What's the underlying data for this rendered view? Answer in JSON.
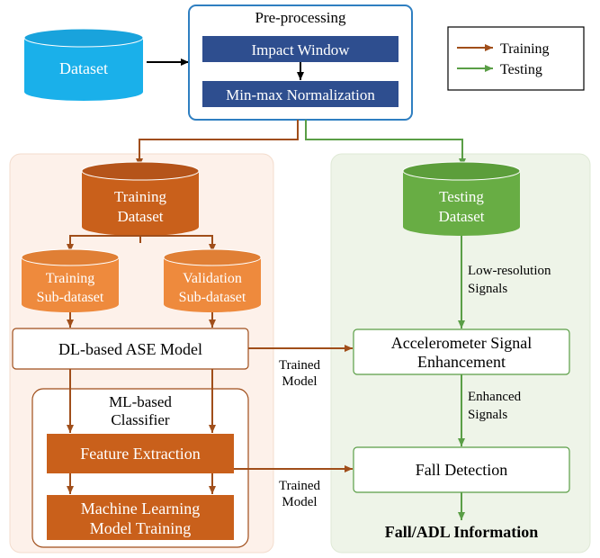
{
  "diagram": {
    "dataset": {
      "label": "Dataset"
    },
    "preprocessing": {
      "title": "Pre-processing",
      "step1": "Impact Window",
      "step2": "Min-max Normalization"
    },
    "legend": {
      "training": "Training",
      "testing": "Testing"
    },
    "training_panel": {
      "dataset": [
        "Training",
        "Dataset"
      ],
      "train_sub": [
        "Training",
        "Sub-dataset"
      ],
      "val_sub": [
        "Validation",
        "Sub-dataset"
      ],
      "ase_model": "DL-based ASE Model",
      "classifier_title": [
        "ML-based",
        "Classifier"
      ],
      "feature_extraction": "Feature Extraction",
      "ml_training": [
        "Machine Learning",
        "Model Training"
      ]
    },
    "testing_panel": {
      "dataset": [
        "Testing",
        "Dataset"
      ],
      "low_res_label": [
        "Low-resolution",
        "Signals"
      ],
      "enhancement": [
        "Accelerometer Signal",
        "Enhancement"
      ],
      "enhanced_label": [
        "Enhanced",
        "Signals"
      ],
      "fall_detection": "Fall Detection",
      "output": "Fall/ADL Information"
    },
    "trained_model_label_1": [
      "Trained",
      "Model"
    ],
    "trained_model_label_2": [
      "Trained",
      "Model"
    ]
  },
  "colors": {
    "cyan": "#1ab0ea",
    "navy": "#2e4e8f",
    "brown": "#b25a1c",
    "dark_orange": "#c9601b",
    "light_orange": "#ee8a3d",
    "green": "#5a9e46",
    "green_fill": "#68ad44",
    "training_bg": "#fdf1ea",
    "testing_bg": "#eef4e8"
  }
}
